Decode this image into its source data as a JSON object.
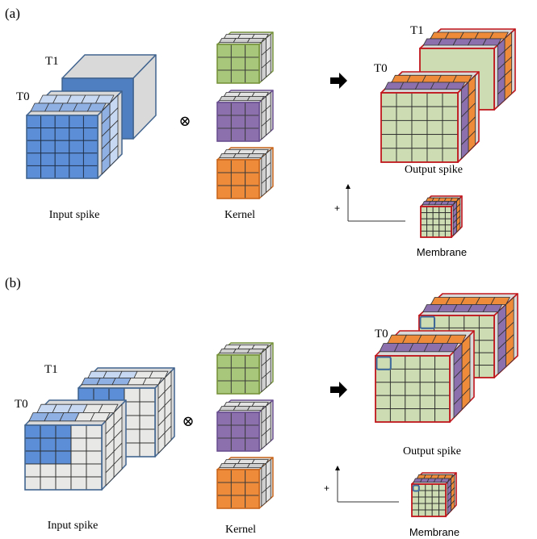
{
  "colors": {
    "input_blue": "#5b8ed6",
    "input_blue_mid": "#8fb0e3",
    "input_blue_light": "#c6d8f2",
    "input_edge": "#41648f",
    "inactive": "#e8e8e6",
    "side_gray": "#d9d9d9",
    "kernel_green": "#a9c77a",
    "kernel_green_edge": "#77933c",
    "kernel_purple": "#8c70ad",
    "kernel_purple_edge": "#6a5090",
    "kernel_orange": "#ed8b3a",
    "kernel_orange_edge": "#c8661c",
    "output_green": "#cddcb2",
    "output_edge": "#c0161c",
    "highlight": "#3f6a9c"
  },
  "panel_a": {
    "label": "(a)",
    "input": {
      "t1_label": "T1",
      "t0_label": "T0",
      "caption": "Input spike",
      "active_grid": "all 5x5 cells active"
    },
    "operator_symbol": "⊗",
    "kernel": {
      "caption": "Kernel",
      "channels": [
        "green",
        "purple",
        "orange"
      ],
      "grid": "3x3"
    },
    "arrow_icon": "right-arrow",
    "output": {
      "t1_label": "T1",
      "t0_label": "T0",
      "caption": "Output spike"
    },
    "membrane": {
      "axis_plus": "+",
      "caption": "Membrane"
    }
  },
  "panel_b": {
    "label": "(b)",
    "input": {
      "t1_label": "T1",
      "t0_label": "T0",
      "caption": "Input spike",
      "active_grid": "top-left 3x3 cells active"
    },
    "operator_symbol": "⊗",
    "kernel": {
      "caption": "Kernel",
      "channels": [
        "green",
        "purple",
        "orange"
      ],
      "grid": "3x3"
    },
    "arrow_icon": "right-arrow",
    "output": {
      "t0_label": "T0",
      "caption": "Output spike",
      "highlighted_cell": "top-left"
    },
    "membrane": {
      "axis_plus": "+",
      "caption": "Membrane",
      "highlighted_cell": "top-left"
    }
  }
}
